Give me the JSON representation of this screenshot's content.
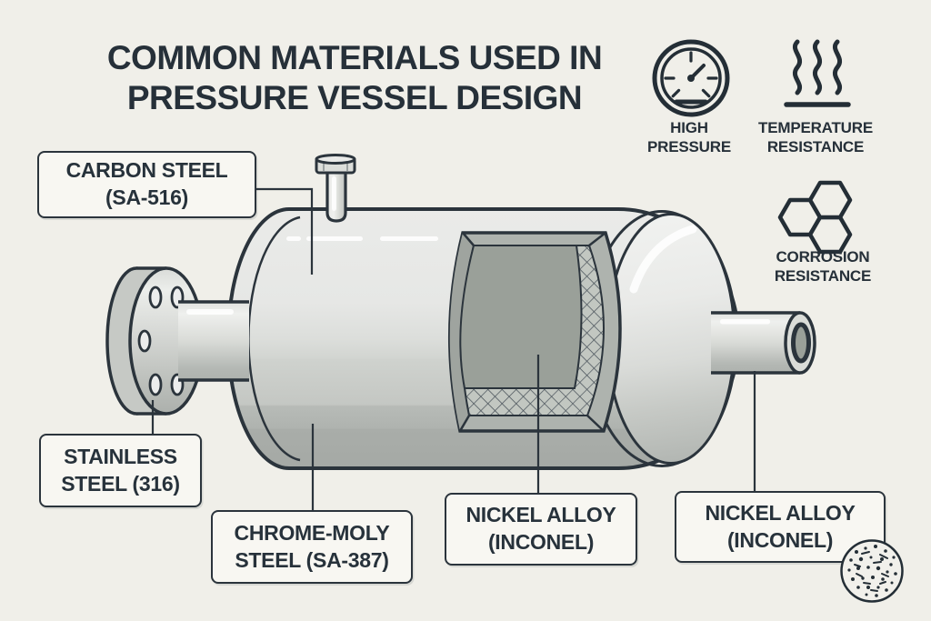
{
  "title": {
    "line1": "COMMON MATERIALS USED IN",
    "line2": "PRESSURE VESSEL DESIGN"
  },
  "properties": [
    {
      "id": "high-pressure",
      "icon": "pressure-gauge-icon",
      "line1": "HIGH",
      "line2": "PRESSURE"
    },
    {
      "id": "temperature-resistance",
      "icon": "heat-waves-icon",
      "line1": "TEMPERATURE",
      "line2": "RESISTANCE"
    },
    {
      "id": "corrosion-resistance",
      "icon": "honeycomb-icon",
      "line1": "CORROSION",
      "line2": "RESISTANCE"
    }
  ],
  "material_labels": {
    "carbon_steel": {
      "line1": "CARBON STEEL",
      "line2": "(SA-516)"
    },
    "stainless_steel": {
      "line1": "STAINLESS",
      "line2": "STEEL (316)"
    },
    "chrome_moly_steel": {
      "line1": "CHROME-MOLY",
      "line2": "STEEL (SA-387)"
    },
    "nickel_alloy_center": {
      "line1": "NICKEL ALLOY",
      "line2": "(INCONEL)"
    },
    "nickel_alloy_right": {
      "line1": "NICKEL ALLOY",
      "line2": "(INCONEL)"
    }
  },
  "colors": {
    "background": "#f0efe9",
    "ink": "#2b343c",
    "label_box_background": "#f8f7f2",
    "shell_light": "#eaebe9",
    "shell_dark": "#a5a9a5",
    "interior_gray": "#9aa099"
  }
}
